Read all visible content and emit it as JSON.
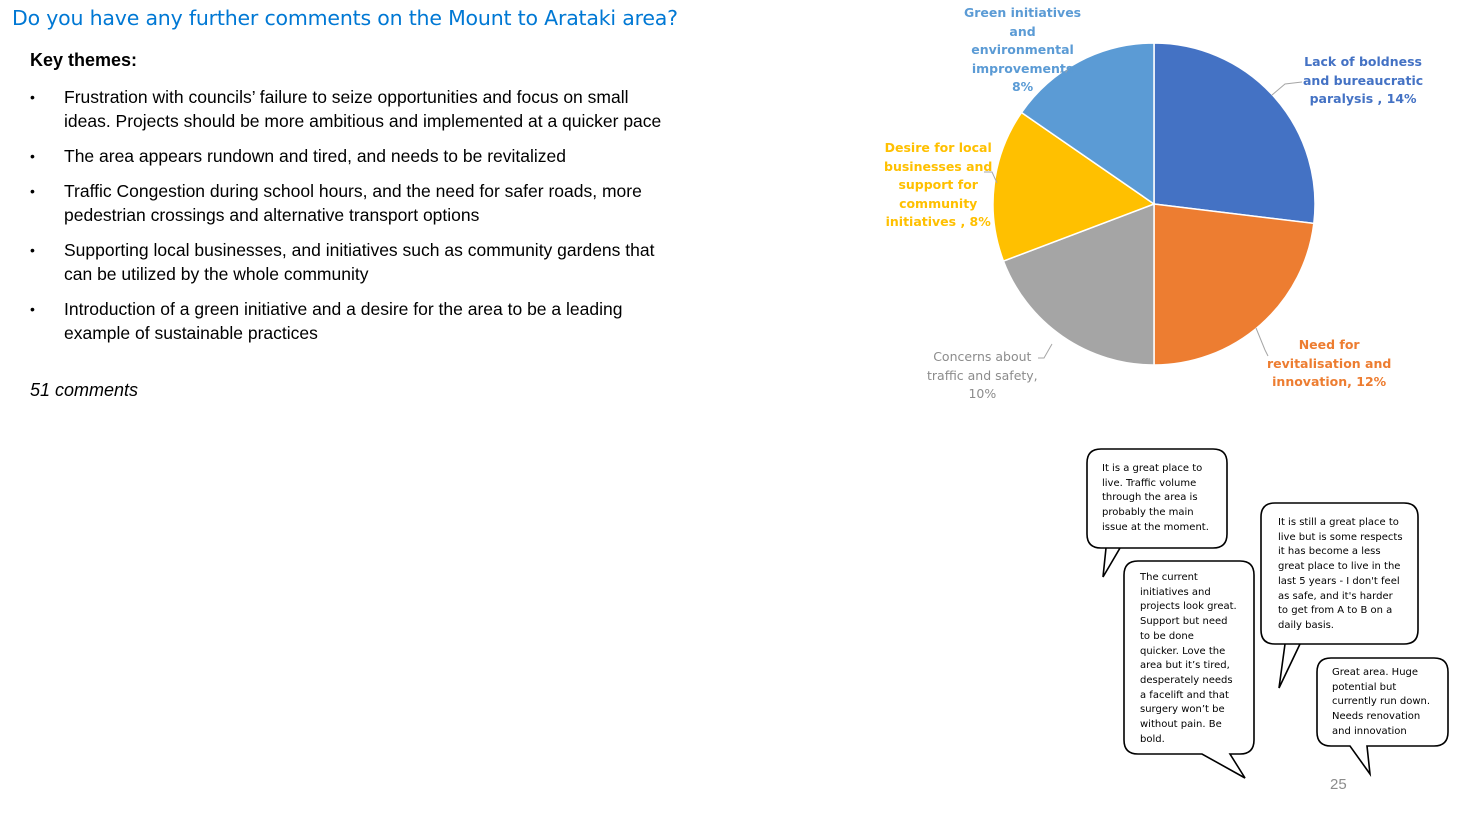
{
  "slide": {
    "title": "Do you have any further comments on the Mount to Arataki area?",
    "key_themes_heading": "Key themes:",
    "bullet_symbol": "•",
    "themes": [
      "Frustration with councils’ failure to seize opportunities and focus on small ideas. Projects should be more ambitious and implemented at a quicker pace",
      "The area appears rundown and tired, and needs to be revitalized",
      "Traffic Congestion during school hours, and the need for safer roads, more pedestrian crossings and alternative transport options",
      "Supporting local businesses, and initiatives such as community gardens that can be utilized by the whole community",
      "Introduction of a green initiative and a desire for the area to be a leading example of sustainable practices"
    ],
    "comment_count": "51 comments",
    "page_number": "25"
  },
  "chart_data": {
    "type": "pie",
    "slices": [
      {
        "label": "Lack of boldness and bureaucratic paralysis , 14%",
        "value": 14,
        "color": "#4472c4"
      },
      {
        "label": "Need for revitalisation and innovation, 12%",
        "value": 12,
        "color": "#ed7d31"
      },
      {
        "label": "Concerns about traffic and safety, 10%",
        "value": 10,
        "color": "#a5a5a5"
      },
      {
        "label": "Desire for local businesses and support for community initiatives , 8%",
        "value": 8,
        "color": "#ffc000"
      },
      {
        "label": "Green initiatives and environmental improvements 8%",
        "value": 8,
        "color": "#5b9bd5"
      }
    ],
    "label_lines": [
      [
        "Lack of boldness",
        "and bureaucratic",
        "paralysis , 14%"
      ],
      [
        "Need for",
        "revitalisation and",
        "innovation, 12%"
      ],
      [
        "Concerns about",
        "traffic and safety,",
        "10%"
      ],
      [
        "Desire for local",
        "businesses and",
        "support for",
        "community",
        "initiatives , 8%"
      ],
      [
        "Green initiatives",
        "and",
        "environmental",
        "improvements",
        "8%"
      ]
    ]
  },
  "quotes": [
    {
      "lines": [
        "It is a great place to",
        "live. Traffic volume",
        "through the area is",
        "probably the main",
        "issue at the moment."
      ]
    },
    {
      "lines": [
        "The current",
        "initiatives and",
        "projects look great.",
        "Support but need",
        "to be done",
        "quicker. Love the",
        "area but it’s tired,",
        "desperately needs",
        "a facelift and that",
        "surgery won’t be",
        "without pain. Be",
        "bold."
      ]
    },
    {
      "lines": [
        "It is still a great place to",
        "live but is some respects",
        "it has become a less",
        "great place to live in the",
        "last 5 years - I don't feel",
        "as safe, and it's harder",
        "to get from A to B on a",
        "daily basis."
      ]
    },
    {
      "lines": [
        "Great area.  Huge",
        "potential but",
        "currently run down.",
        "Needs renovation",
        "and innovation"
      ]
    }
  ]
}
